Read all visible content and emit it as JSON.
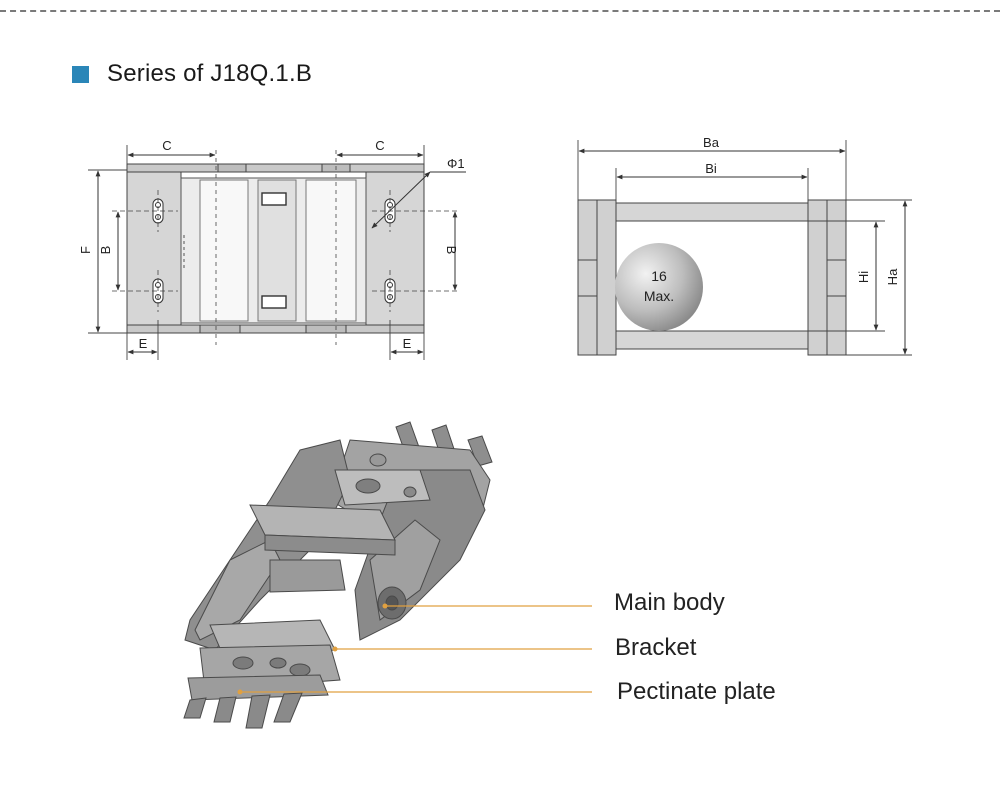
{
  "header": {
    "title": "Series of J18Q.1.B",
    "accent_color": "#2a86b8"
  },
  "side_view": {
    "dim_c_left": "C",
    "dim_c_right": "C",
    "dim_phi": "Φ1",
    "dim_f": "F",
    "dim_b_left": "B",
    "dim_b_right": "B",
    "dim_e_left": "E",
    "dim_e_right": "E"
  },
  "cross_section": {
    "dim_ba": "Ba",
    "dim_bi": "Bi",
    "dim_hi": "Hi",
    "dim_ha": "Ha",
    "ball_line1": "16",
    "ball_line2": "Max."
  },
  "callouts": {
    "main_body": "Main body",
    "bracket": "Bracket",
    "pectinate_plate": "Pectinate plate",
    "leader_color": "#e0a040"
  }
}
